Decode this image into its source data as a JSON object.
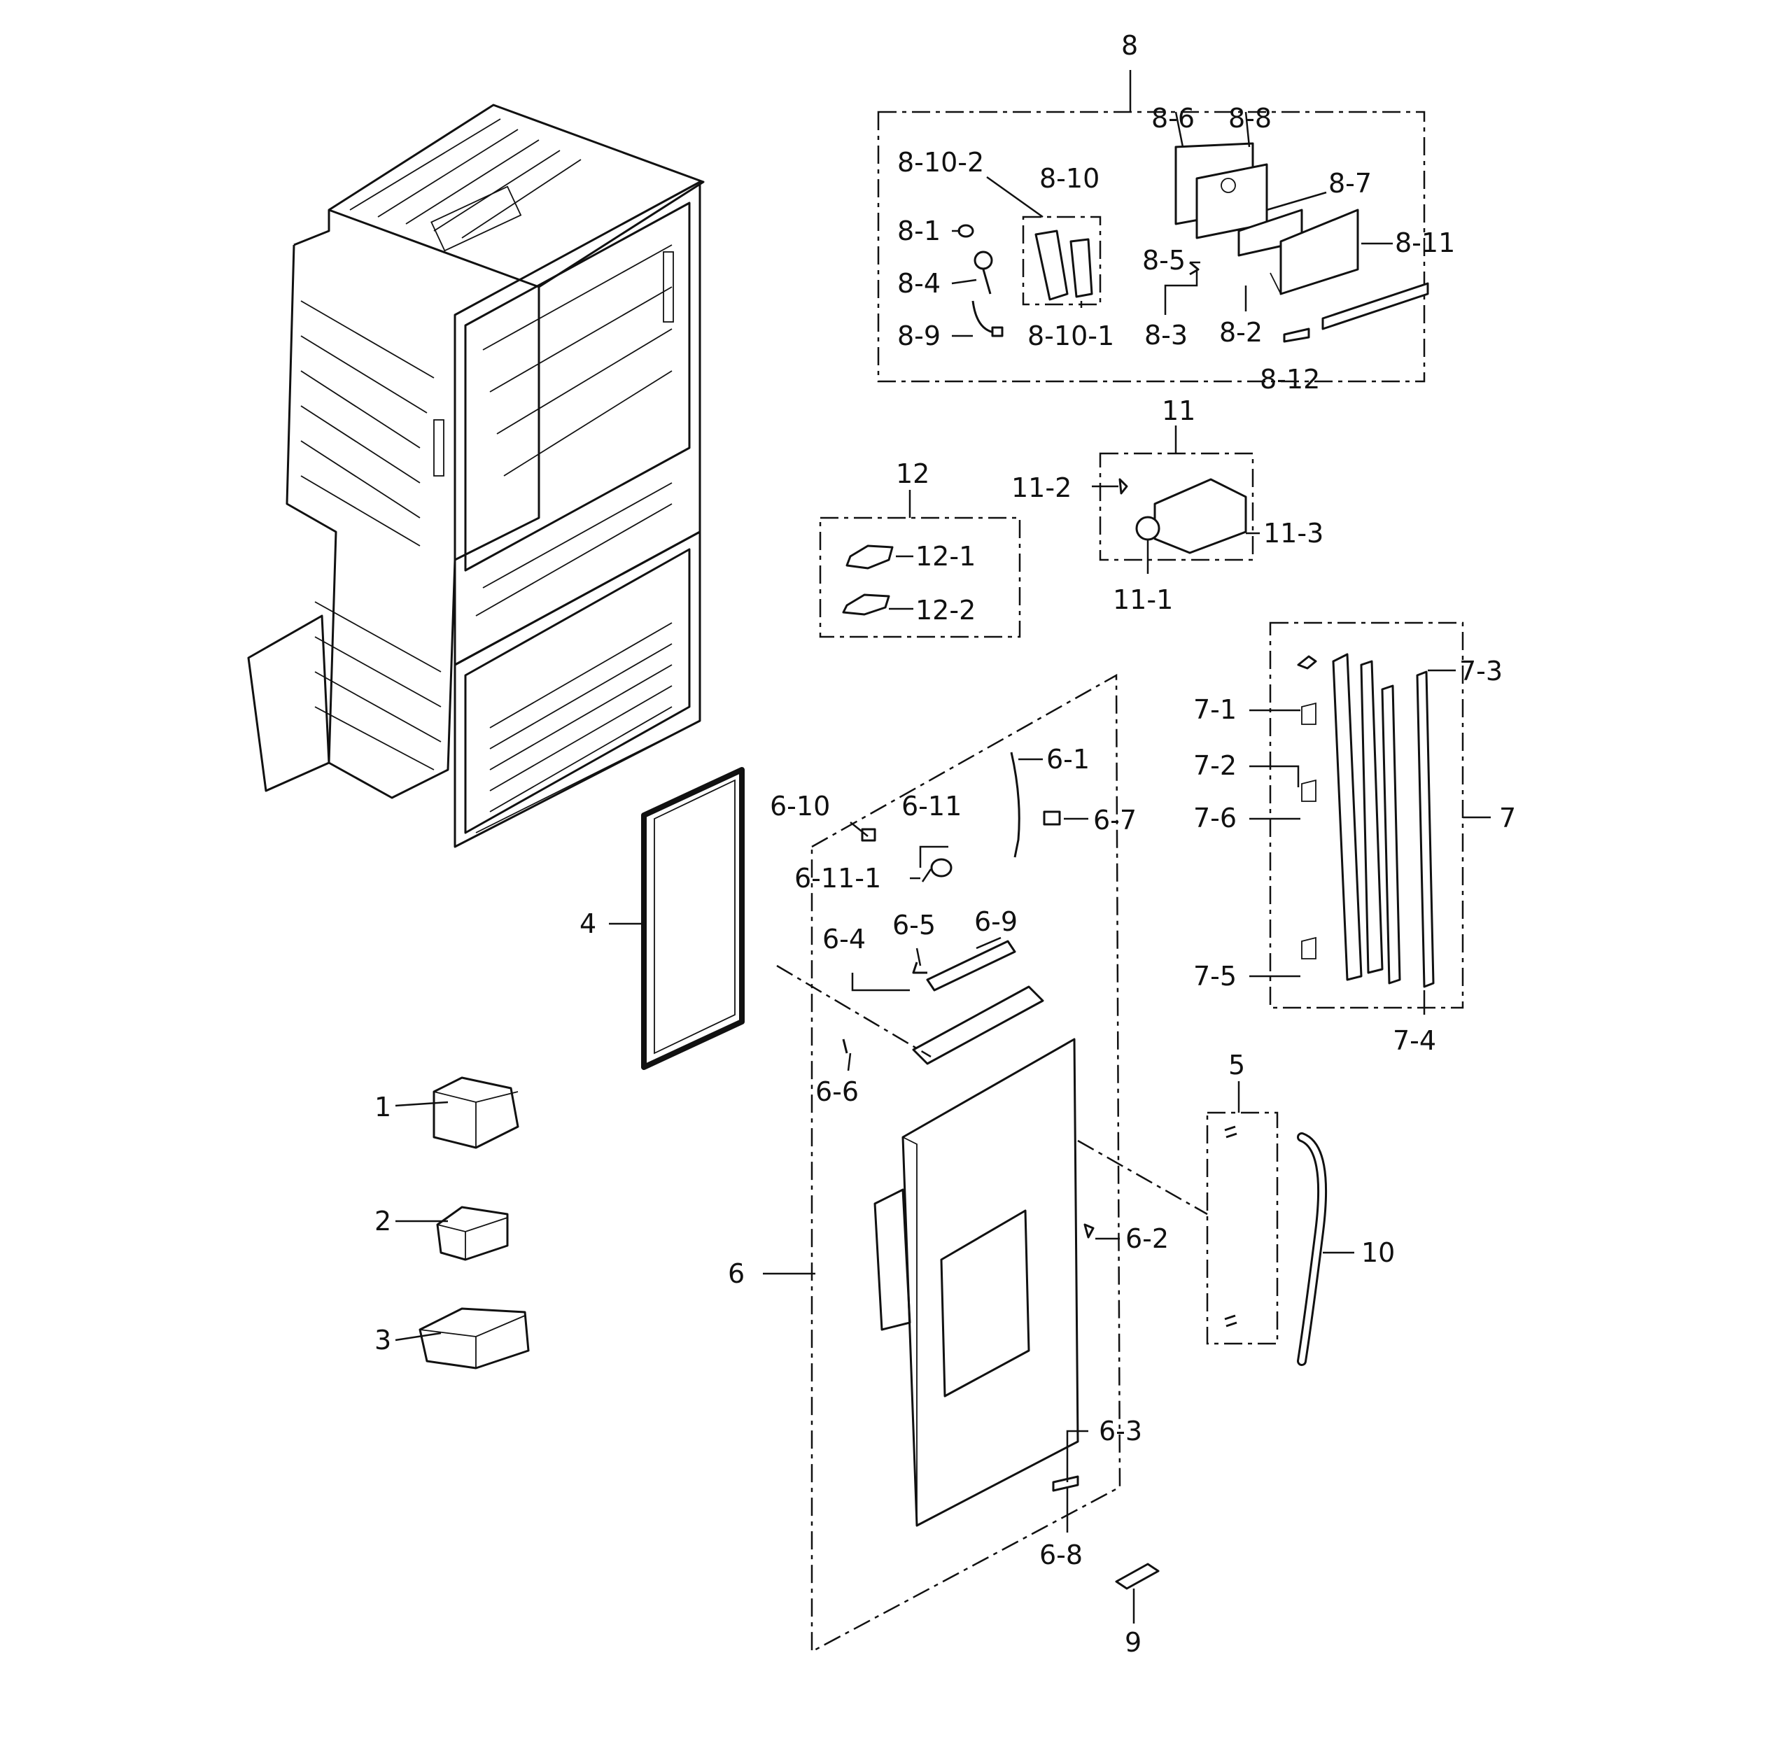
{
  "labels": {
    "l8": "8",
    "l8_6": "8-6",
    "l8_8": "8-8",
    "l8_10_2": "8-10-2",
    "l8_10": "8-10",
    "l8_7": "8-7",
    "l8_1": "8-1",
    "l8_11": "8-11",
    "l8_5": "8-5",
    "l8_4": "8-4",
    "l8_3": "8-3",
    "l8_2": "8-2",
    "l8_9": "8-9",
    "l8_10_1": "8-10-1",
    "l8_12": "8-12",
    "l11": "11",
    "l11_2": "11-2",
    "l11_3": "11-3",
    "l11_1": "11-1",
    "l12": "12",
    "l12_1": "12-1",
    "l12_2": "12-2",
    "l7": "7",
    "l7_1": "7-1",
    "l7_2": "7-2",
    "l7_3": "7-3",
    "l7_4": "7-4",
    "l7_5": "7-5",
    "l7_6": "7-6",
    "l6": "6",
    "l6_1": "6-1",
    "l6_2": "6-2",
    "l6_3": "6-3",
    "l6_4": "6-4",
    "l6_5": "6-5",
    "l6_6": "6-6",
    "l6_7": "6-7",
    "l6_8": "6-8",
    "l6_9": "6-9",
    "l6_10": "6-10",
    "l6_11": "6-11",
    "l6_11_1": "6-11-1",
    "l1": "1",
    "l2": "2",
    "l3": "3",
    "l4": "4",
    "l5": "5",
    "l9": "9",
    "l10": "10"
  }
}
